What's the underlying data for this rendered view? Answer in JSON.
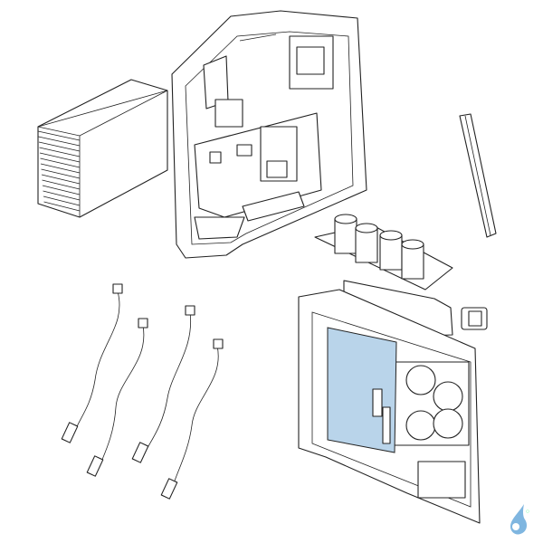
{
  "diagram": {
    "kind": "exploded-parts-view",
    "parts": [
      "heat-sink",
      "control-box-front",
      "mounting-bracket",
      "capacitor-board",
      "sensor-probes",
      "electrical-panel",
      "control-pcb",
      "connector"
    ],
    "colors": {
      "line": "#222222",
      "highlight_pcb": "#b9d4ea",
      "logo": "#7fb6e0"
    }
  },
  "logo": {
    "icon": "water-drop-icon"
  }
}
